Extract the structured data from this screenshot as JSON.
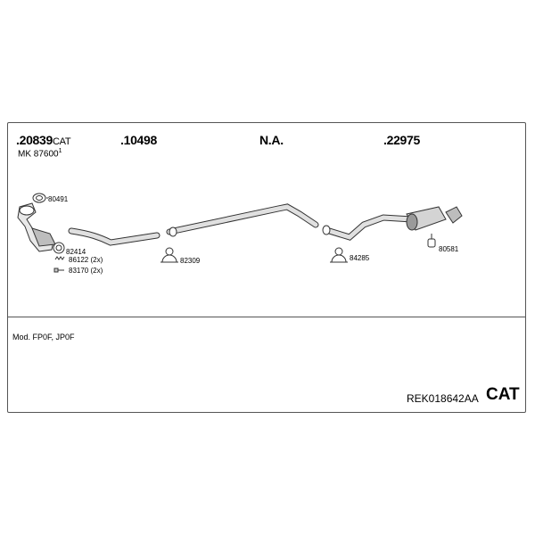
{
  "header": {
    "part1": {
      "number": ".20839",
      "suffix": "CAT",
      "note": "MK 87600",
      "note_sup": "1"
    },
    "part2": {
      "number": ".10498"
    },
    "part3": {
      "number": "N.A."
    },
    "part4": {
      "number": ".22975"
    }
  },
  "callouts": {
    "gasket_top": "80491",
    "clamp_left": "82414",
    "spring": "86122 (2x)",
    "bolt": "83170 (2x)",
    "clamp_mid": "82309",
    "clamp_right": "84285",
    "hanger": "80581"
  },
  "footer": {
    "model": "Mod. FP0F, JP0F",
    "reference": "REK018642AA",
    "badge": "CAT"
  }
}
